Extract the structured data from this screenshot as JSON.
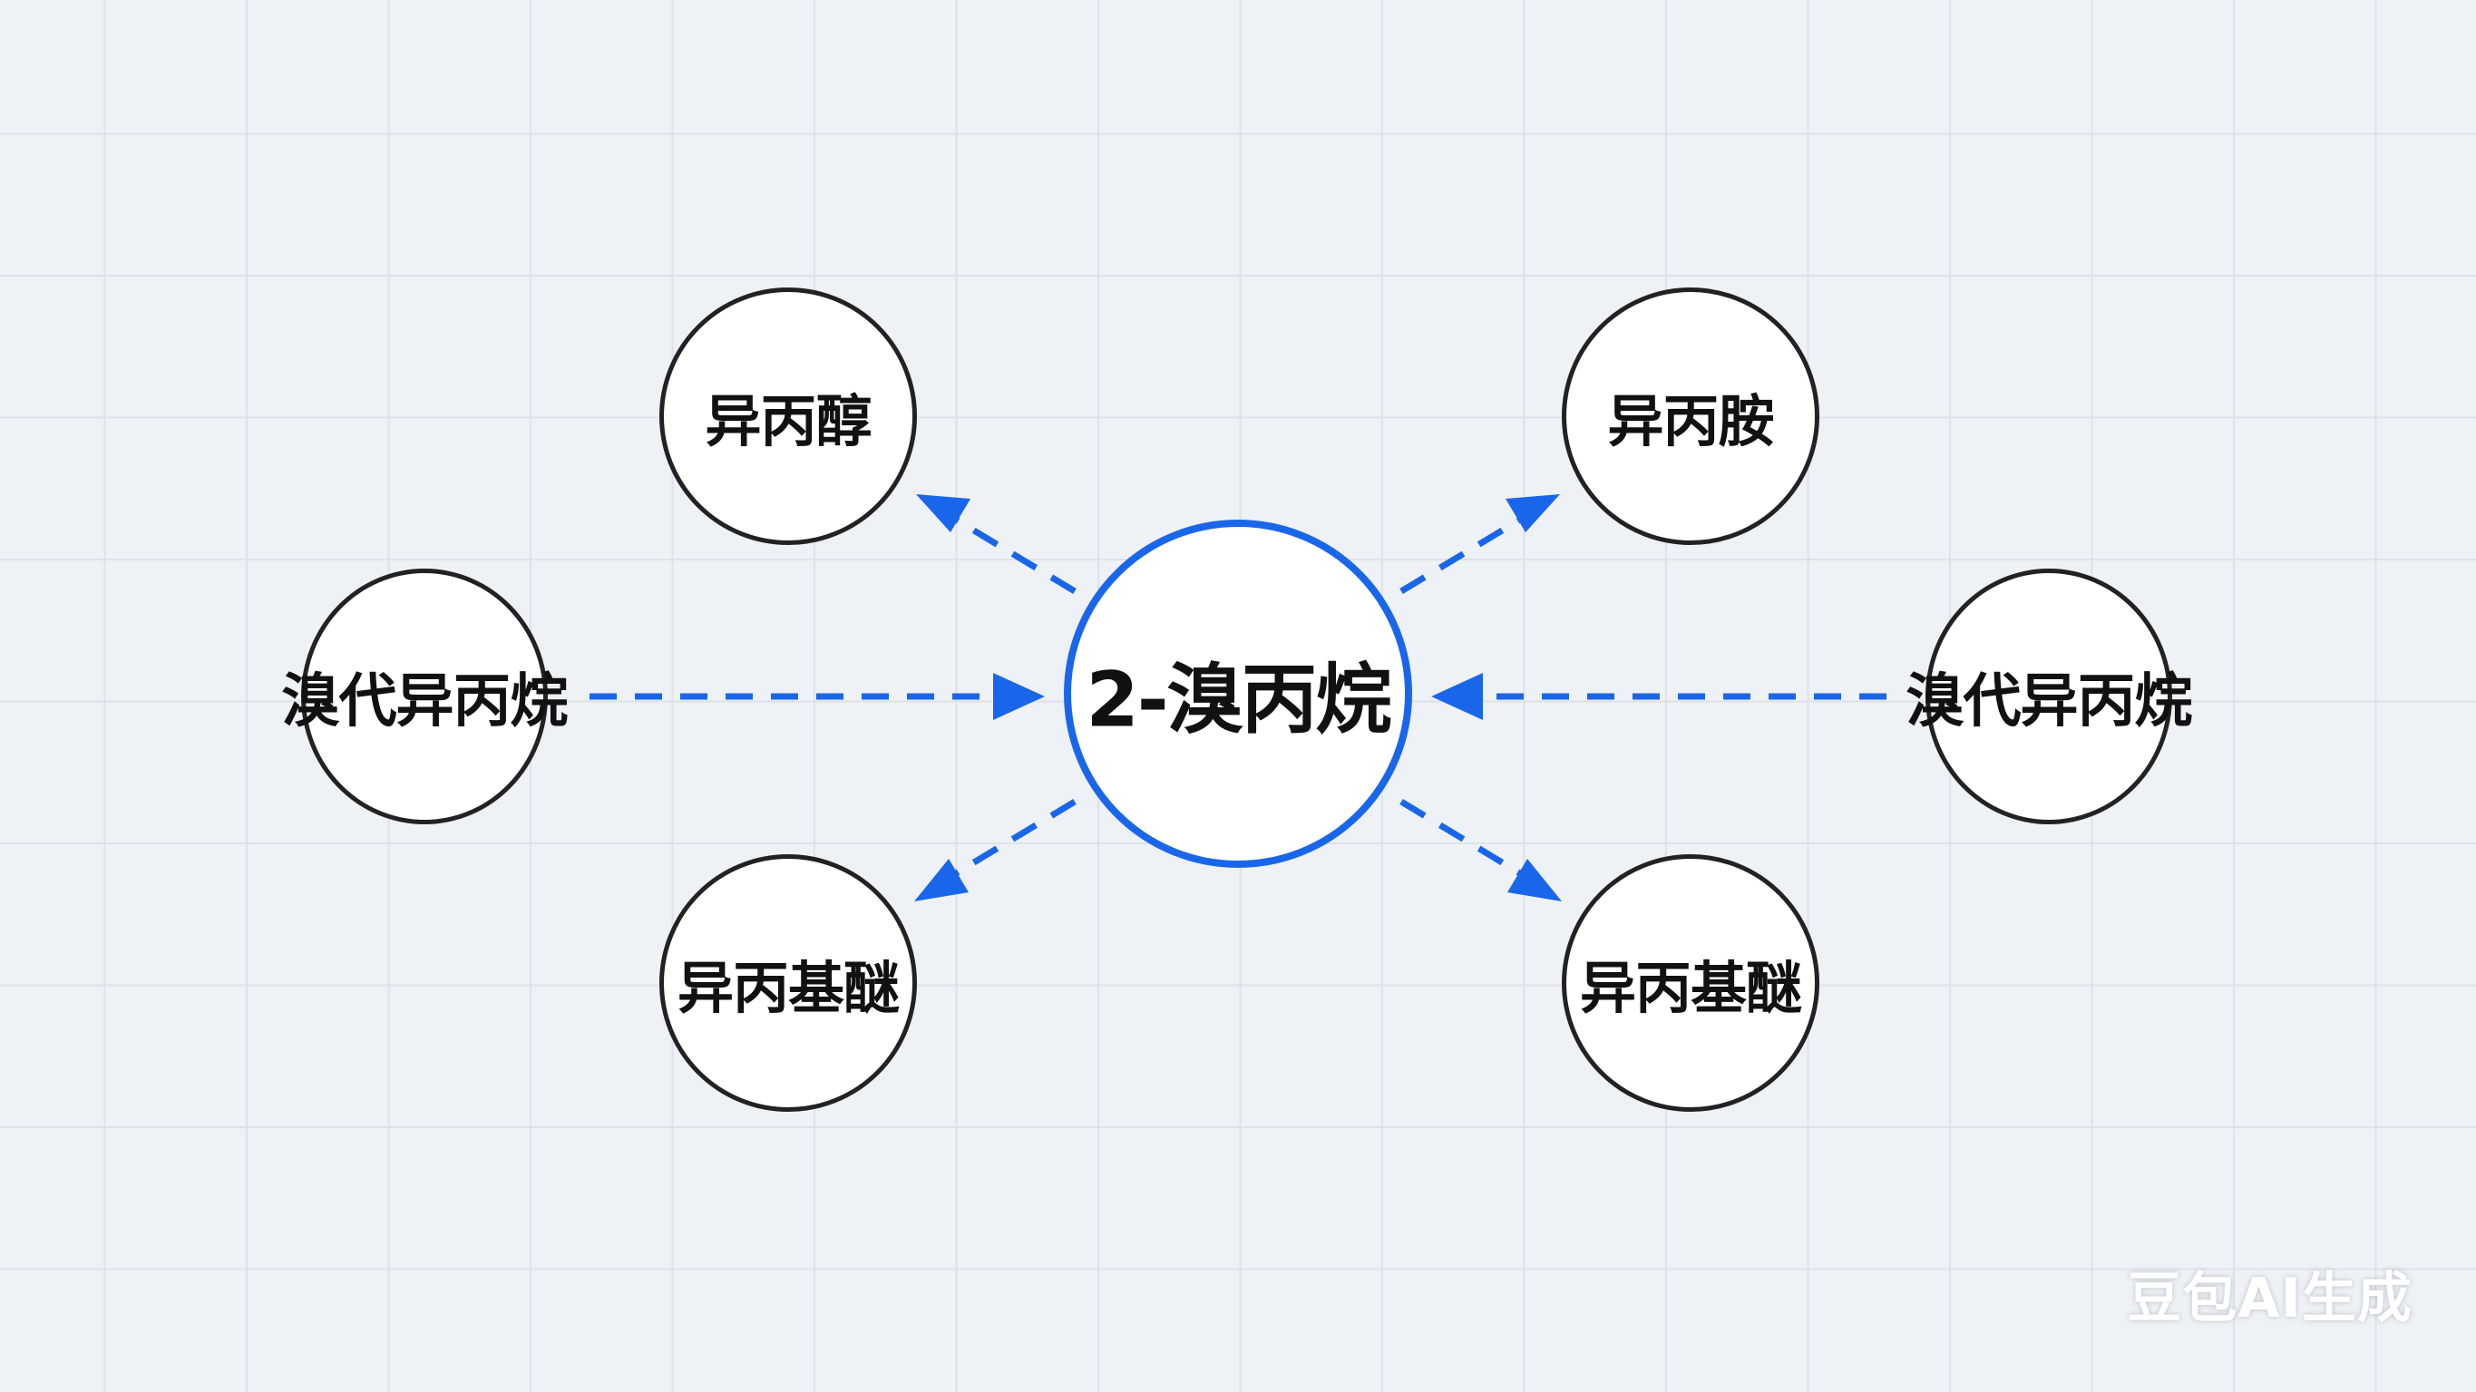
{
  "diagram": {
    "center": {
      "label": "2-溴丙烷",
      "stroke_color": "#1a66ea"
    },
    "nodes": {
      "top_left": {
        "label": "异丙醇"
      },
      "top_right": {
        "label": "异丙胺"
      },
      "mid_left": {
        "label": "溴代异丙烷"
      },
      "mid_right": {
        "label": "溴代异丙烷"
      },
      "bottom_left": {
        "label": "异丙基醚"
      },
      "bottom_right": {
        "label": "异丙基醚"
      }
    },
    "edges": [
      {
        "from": "center",
        "to": "top_left",
        "style": "dashed"
      },
      {
        "from": "center",
        "to": "top_right",
        "style": "dashed"
      },
      {
        "from": "mid_left",
        "to": "center",
        "style": "dashed"
      },
      {
        "from": "mid_right",
        "to": "center",
        "style": "dashed"
      },
      {
        "from": "center",
        "to": "bottom_left",
        "style": "dashed"
      },
      {
        "from": "center",
        "to": "bottom_right",
        "style": "dashed"
      }
    ],
    "colors": {
      "arrow": "#1a66ea",
      "node_border": "#222222",
      "background": "#eef1f5",
      "grid": "#dde2e9"
    }
  },
  "watermark": {
    "text": "豆包AI生成"
  }
}
